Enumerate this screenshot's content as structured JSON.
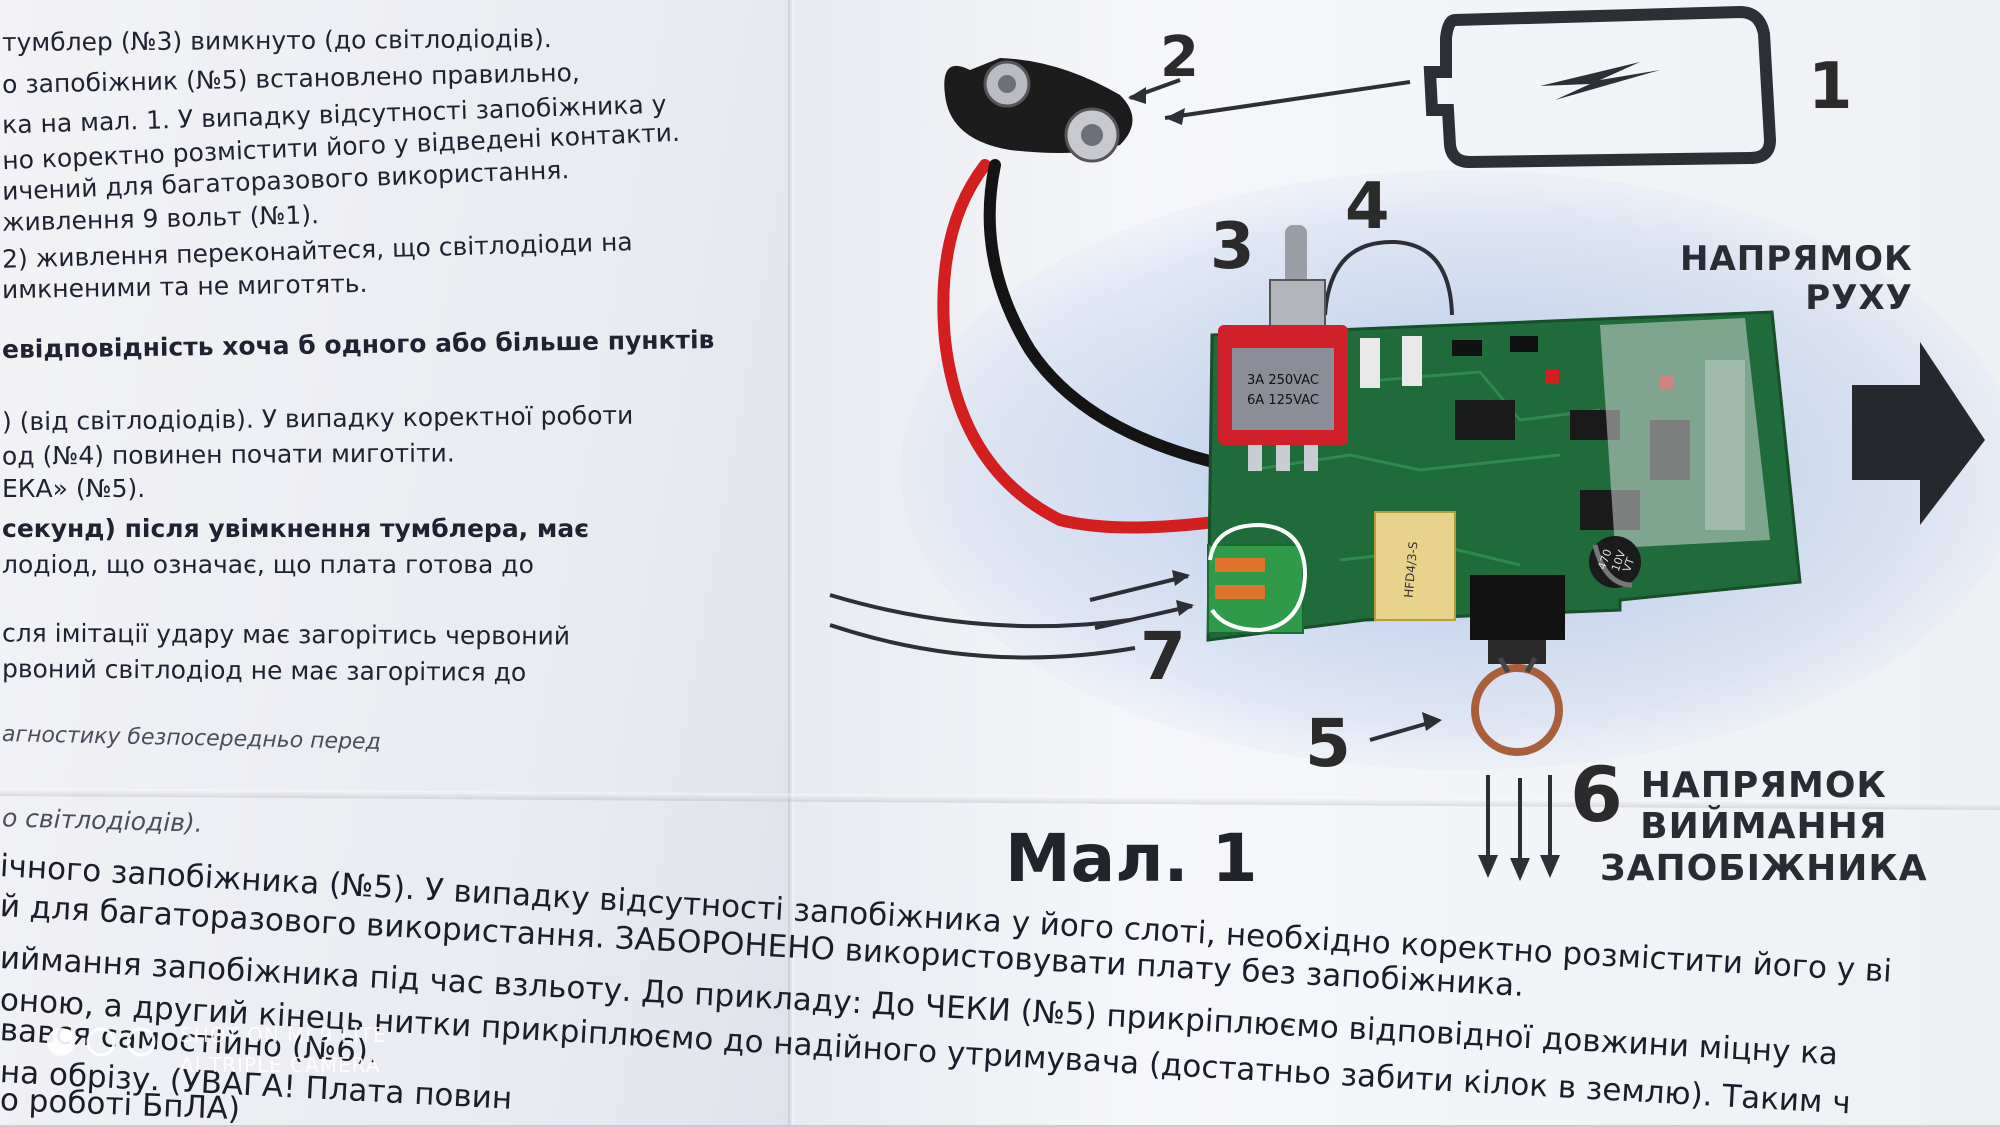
{
  "instructions_left": [
    "тумблер (№3) вимкнуто (до світлодіодів).",
    "о запобіжник (№5) встановлено правильно,",
    "ка на мал. 1. У випадку відсутності запобіжника у",
    "но коректно розмістити його у відведені контакти.",
    "ичений для багаторазового використання.",
    "живлення 9 вольт (№1).",
    "2) живлення переконайтеся, що світлодіоди на",
    "имкненими та не миготять.",
    "евідповідність хоча б одного або більше пунктів",
    ") (від світлодіодів). У випадку коректної роботи",
    "од (№4) повинен почати миготіти.",
    "ЕКА» (№5).",
    "секунд) після увімкнення тумблера, має",
    "лодіод, що означає, що плата готова до",
    "сля імітації удару має загорітись червоний",
    "рвоний світлодіод не має загорітися до",
    "агностику безпосередньо перед",
    "о світлодіодів)."
  ],
  "instructions_bottom": [
    "ічного запобіжника (№5). У випадку відсутності запобіжника у його слоті, необхідно коректно розмістити його у ві",
    "й для багаторазового використання. ЗАБОРОНЕНО використовувати плату без запобіжника.",
    "иймання запобіжника під час взльоту. До прикладу: До ЧЕКИ (№5) прикріплюємо відповідної довжини міцну ка",
    "оною, а другий кінець нитки прикріплюємо до надійного утримувача (достатньо забити кілок в землю). Таким ч",
    "вався самостійно (№6).",
    "на обрізу. (УВАГА! Плата повин",
    "о роботі БпЛА)"
  ],
  "callouts": {
    "n1": "1",
    "n2": "2",
    "n3": "3",
    "n4": "4",
    "n5": "5",
    "n6": "6",
    "n7": "7"
  },
  "direction_of_motion": [
    "НАПРЯМОК",
    "РУХУ"
  ],
  "direction_of_removal": [
    "НАПРЯМОК",
    "ВИЙМАННЯ",
    "ЗАПОБІЖНИКА"
  ],
  "figure_caption": "Мал. 1",
  "switch_marking": [
    "3A 250VAC",
    "6A 125VAC"
  ],
  "capacitor_marking": [
    "470",
    "10V",
    "VT"
  ],
  "relay_marking": "HFD4/3-S",
  "watermark": [
    "SHOT ON MI 9 LITE",
    "AI TRIPLE CAMERA"
  ],
  "colors": {
    "pcb_green": "#1f6b3a",
    "wire_red": "#d3201f",
    "wire_black": "#141414",
    "text_dark": "#1f2230",
    "connector_green": "#2e9a4a",
    "connector_orange": "#e0742a"
  }
}
